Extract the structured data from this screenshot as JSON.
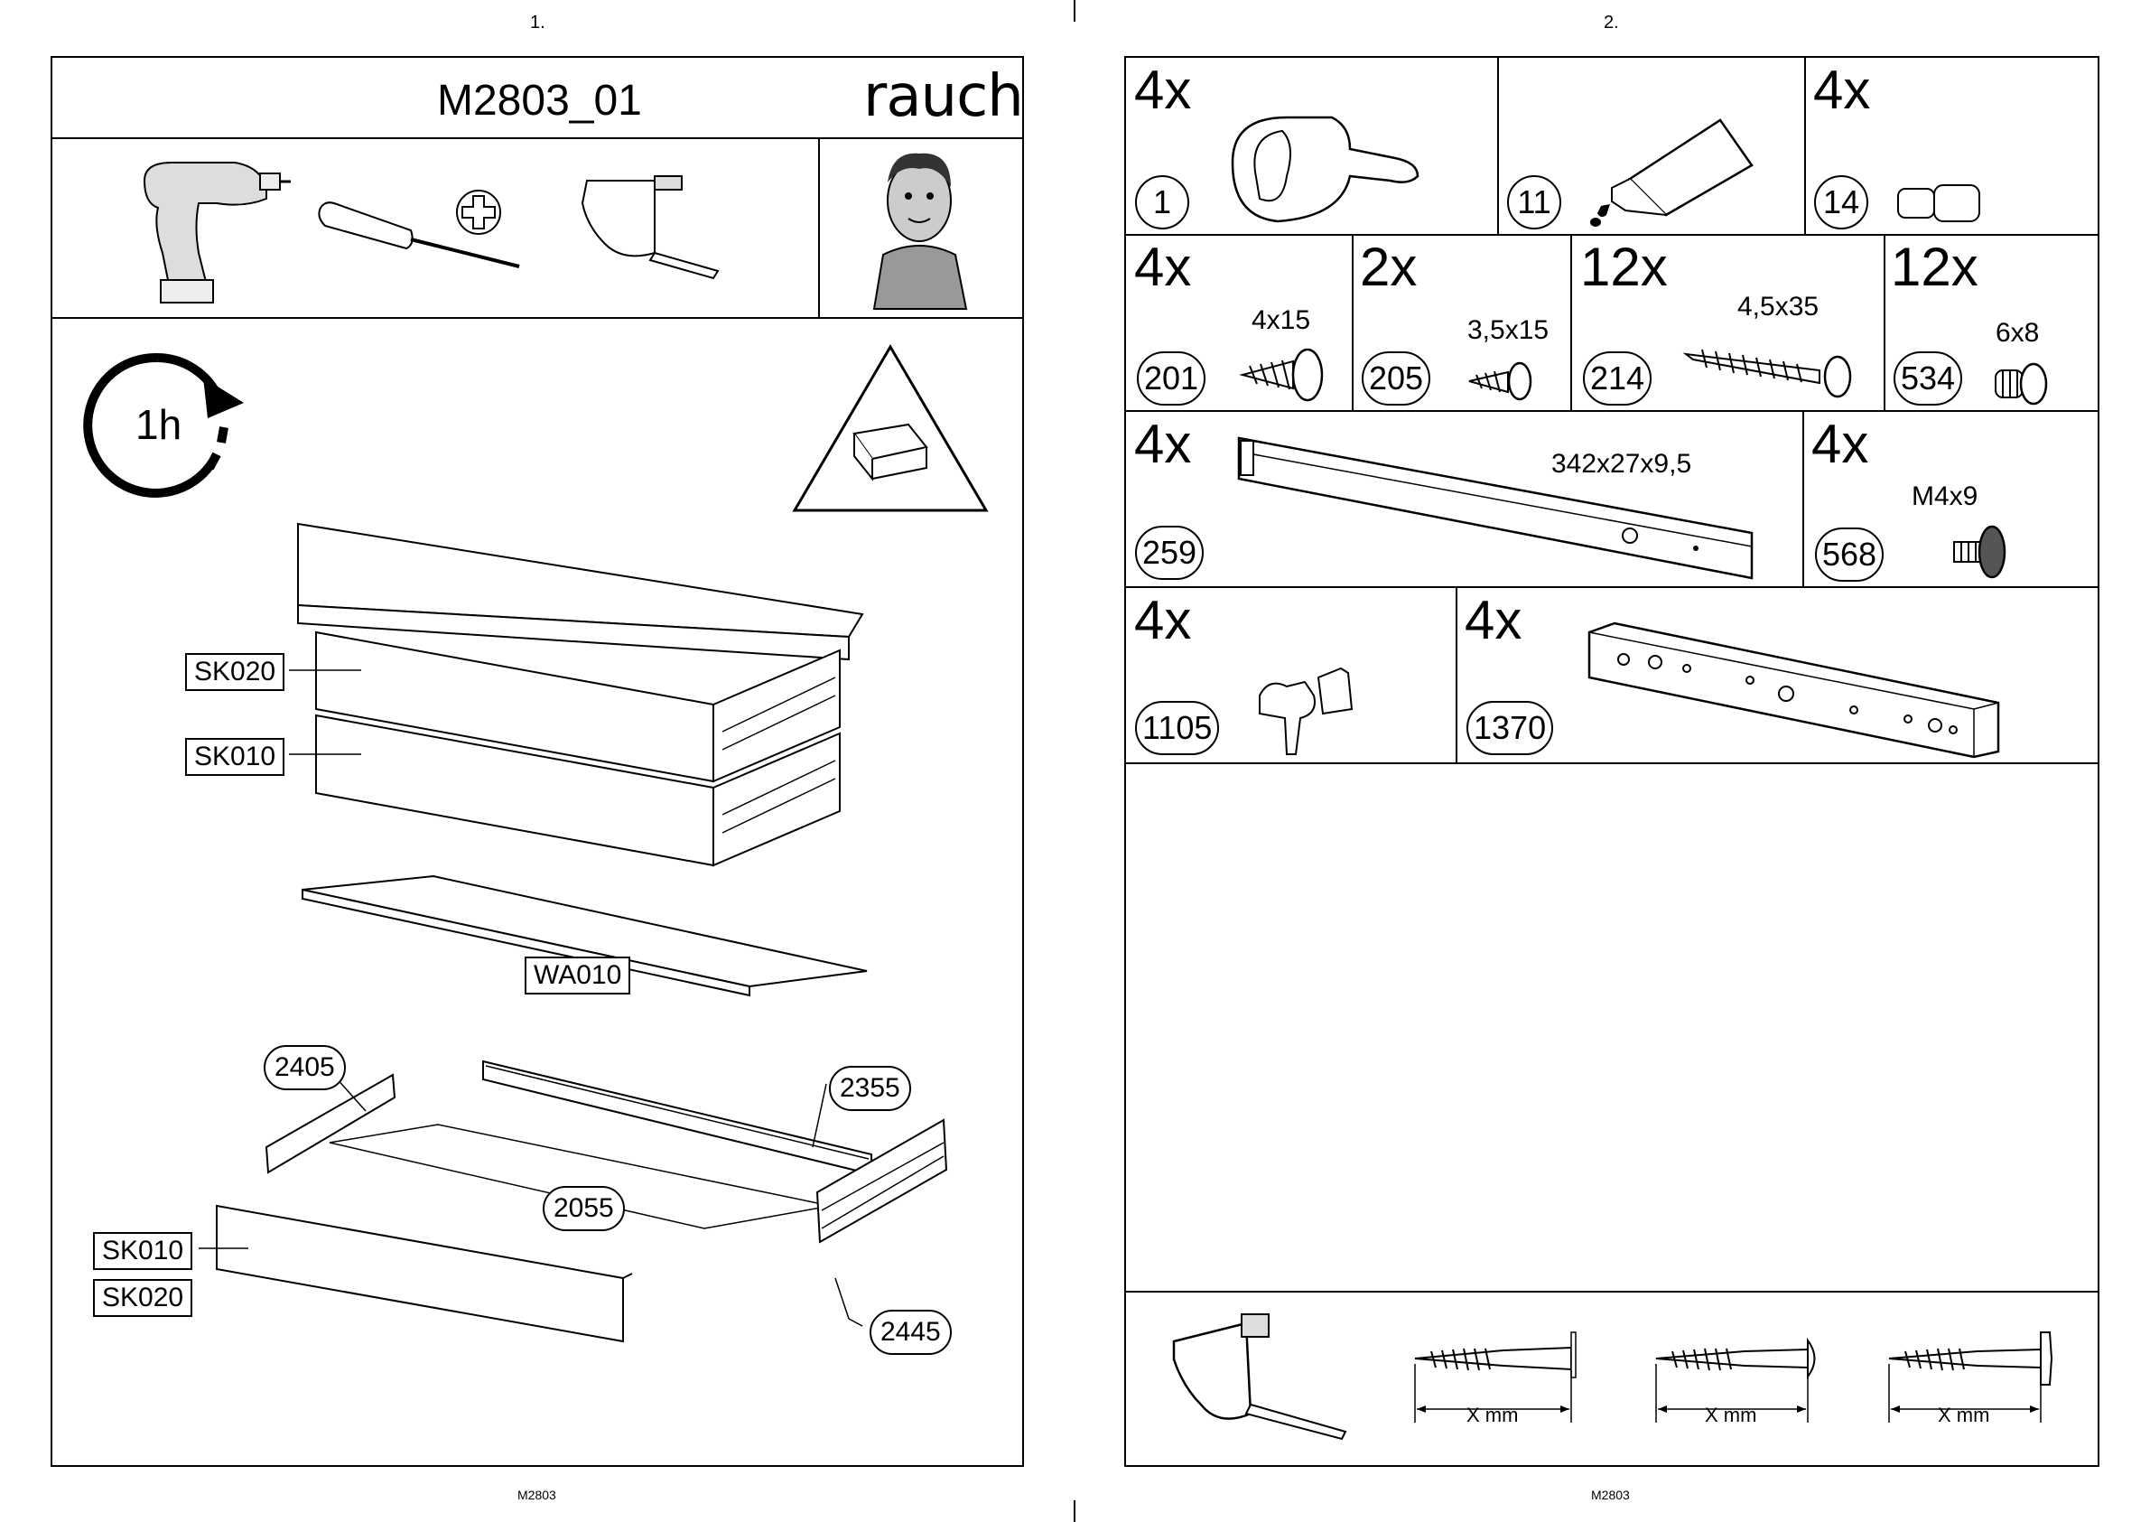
{
  "pages": [
    {
      "page_number": "1.",
      "title": "M2803_01",
      "brand": "rauch",
      "time_label": "1h",
      "footer": "M2803",
      "panel_labels": [
        "SK020",
        "SK010",
        "WA010",
        "SK010",
        "SK020"
      ],
      "part_numbers": [
        "2405",
        "2355",
        "2055",
        "2445"
      ]
    },
    {
      "page_number": "2.",
      "footer": "M2803",
      "parts": [
        {
          "qty": "4x",
          "number": "1",
          "spec": ""
        },
        {
          "qty": "",
          "number": "11",
          "spec": ""
        },
        {
          "qty": "4x",
          "number": "14",
          "spec": ""
        },
        {
          "qty": "4x",
          "number": "201",
          "spec": "4x15"
        },
        {
          "qty": "2x",
          "number": "205",
          "spec": "3,5x15"
        },
        {
          "qty": "12x",
          "number": "214",
          "spec": "4,5x35"
        },
        {
          "qty": "12x",
          "number": "534",
          "spec": "6x8"
        },
        {
          "qty": "4x",
          "number": "259",
          "spec": "342x27x9,5"
        },
        {
          "qty": "4x",
          "number": "568",
          "spec": "M4x9"
        },
        {
          "qty": "4x",
          "number": "1105",
          "spec": ""
        },
        {
          "qty": "4x",
          "number": "1370",
          "spec": ""
        }
      ],
      "measure_labels": [
        "X mm",
        "X mm",
        "X mm"
      ]
    }
  ]
}
